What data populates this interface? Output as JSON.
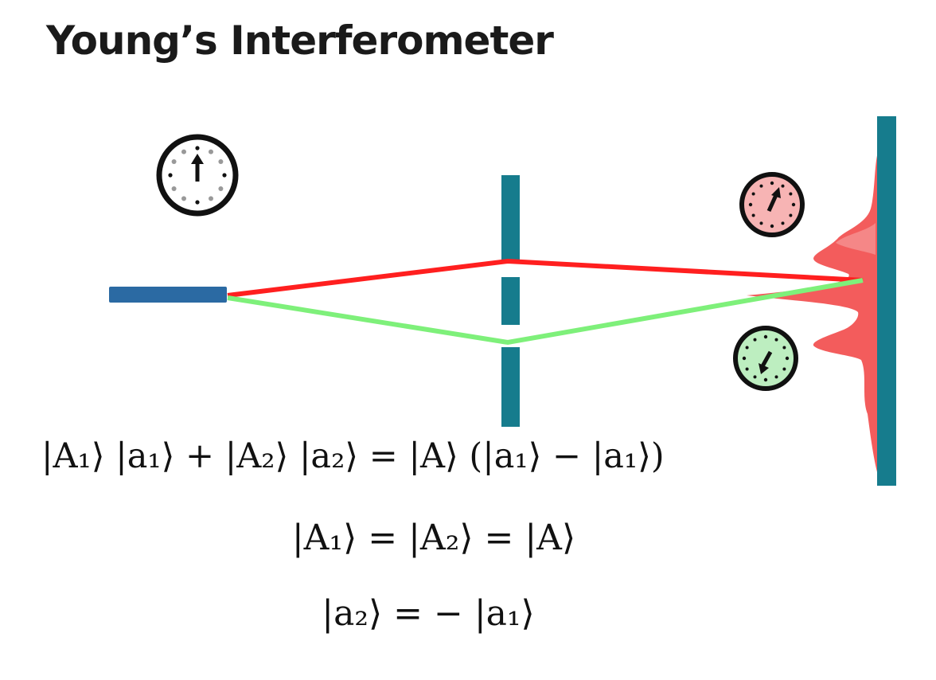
{
  "title": "Young’s Interferometer",
  "colors": {
    "source_bar": "#2b6aa3",
    "barrier": "#167c8d",
    "red_path": "#ff1f1f",
    "green_path": "#7ef07a",
    "pattern": "#f24a4a",
    "clock_red_face": "#f7b4b4",
    "clock_green_face": "#bdeec0"
  },
  "icons": [
    "clock-icon-source",
    "clock-icon-red-path",
    "clock-icon-green-path"
  ],
  "equations": {
    "eq1": "|A₁⟩ |a₁⟩ + |A₂⟩ |a₂⟩ = |A⟩ (|a₁⟩ − |a₁⟩)",
    "eq2": "|A₁⟩ = |A₂⟩ = |A⟩",
    "eq3": "|a₂⟩ = − |a₁⟩"
  }
}
